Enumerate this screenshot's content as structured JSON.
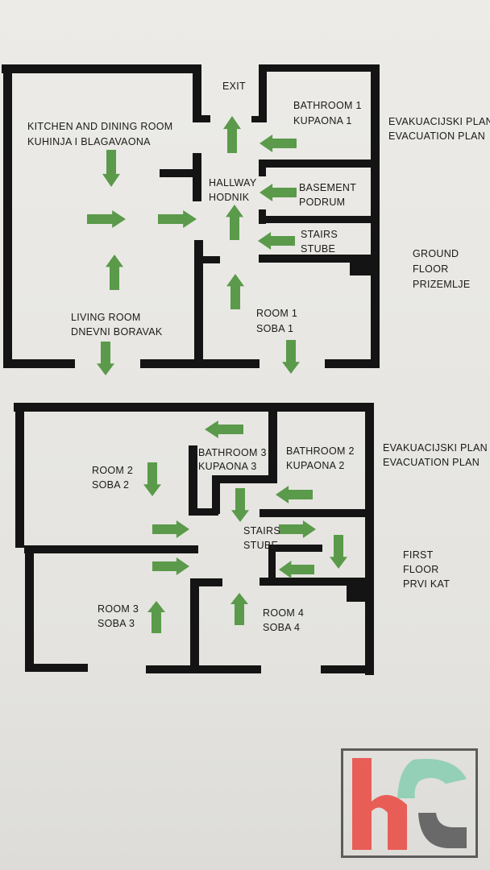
{
  "ground_floor": {
    "title_hr": "EVAKUACIJSKI PLAN",
    "title_en": "EVACUATION PLAN",
    "floor_label": [
      "GROUND",
      "FLOOR",
      "PRIZEMLJE"
    ],
    "exit": "EXIT",
    "rooms": {
      "kitchen": [
        "KITCHEN AND DINING ROOM",
        "KUHINJA I BLAGAVAONA"
      ],
      "living": [
        "LIVING ROOM",
        "DNEVNI BORAVAK"
      ],
      "hallway": [
        "HALLWAY",
        "HODNIK"
      ],
      "bathroom1": [
        "BATHROOM 1",
        "KUPAONA 1"
      ],
      "basement": [
        "BASEMENT",
        "PODRUM"
      ],
      "stairs": [
        "STAIRS",
        "STUBE"
      ],
      "room1": [
        "ROOM 1",
        "SOBA 1"
      ]
    }
  },
  "first_floor": {
    "title_hr": "EVAKUACIJSKI PLAN",
    "title_en": "EVACUATION PLAN",
    "floor_label": [
      "FIRST",
      "FLOOR",
      "PRVI KAT"
    ],
    "rooms": {
      "room2": [
        "ROOM 2",
        "SOBA 2"
      ],
      "bathroom3": [
        "BATHROOM 3",
        "KUPAONA 3"
      ],
      "bathroom2": [
        "BATHROOM 2",
        "KUPAONA 2"
      ],
      "stairs": [
        "STAIRS",
        "STUBE"
      ],
      "room3": [
        "ROOM 3",
        "SOBA 3"
      ],
      "room4": [
        "ROOM 4",
        "SOBA 4"
      ]
    }
  },
  "colors": {
    "arrow": "#5a9a4a",
    "wall": "#141414",
    "logo_red": "#e8534c",
    "logo_teal": "#8fcfb6",
    "logo_gray": "#5c5c5c"
  }
}
